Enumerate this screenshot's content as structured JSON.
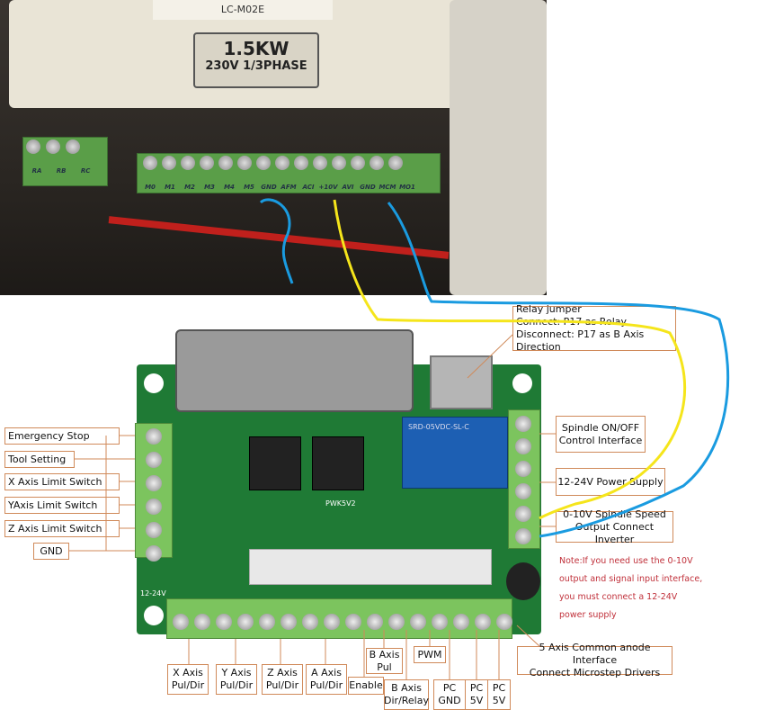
{
  "inverter": {
    "model": "LC-M02E",
    "power": "1.5KW",
    "voltage": "230V 1/3PHASE",
    "relay_terminals": [
      "RA",
      "RB",
      "RC"
    ],
    "control_terminals": [
      "M0",
      "M1",
      "M2",
      "M3",
      "M4",
      "M5",
      "GND",
      "AFM",
      "ACI",
      "+10V",
      "AVI",
      "GND",
      "MCM",
      "MO1"
    ]
  },
  "left_labels": [
    "Emergency Stop",
    "Tool Setting",
    "X Axis Limit Switch",
    "YAxis Limit Switch",
    "Z Axis Limit Switch",
    "GND"
  ],
  "right_labels": {
    "relay_jumper": [
      "Relay jumper",
      "Connect: P17 as Relay",
      "Disconnect: P17 as B Axis Direction"
    ],
    "spindle_onoff": [
      "Spindle ON/OFF",
      "Control Interface"
    ],
    "power_supply": "12-24V Power Supply",
    "spindle_speed": [
      "0-10V Spindle Speed",
      "Output Connect Inverter"
    ],
    "note": "Note:If you need use the 0-10V output and signal input interface, you must connect a 12-24V power supply"
  },
  "bottom_labels": {
    "x_axis": [
      "X Axis",
      "Pul/Dir"
    ],
    "y_axis": [
      "Y Axis",
      "Pul/Dir"
    ],
    "z_axis": [
      "Z Axis",
      "Pul/Dir"
    ],
    "a_axis": [
      "A Axis",
      "Pul/Dir"
    ],
    "enable": "Enable",
    "b_axis_pul": [
      "B Axis",
      "Pul"
    ],
    "b_axis_dir": [
      "B Axis",
      "Dir/Relay"
    ],
    "pwm": "PWM",
    "pc_gnd": [
      "PC",
      "GND"
    ],
    "pc_5v_1": [
      "PC",
      "5V"
    ],
    "pc_5v_2": [
      "PC",
      "5V"
    ],
    "common_anode": [
      "5 Axis Common anode Interface",
      "Connect Microstep Drivers"
    ]
  },
  "board": {
    "silk": "PWK5V2",
    "relay_text": "SRD-05VDC-SL-C",
    "voltage_label": "12-24V"
  },
  "wires": {
    "yellow": "#f5e51b",
    "blue": "#1a9be0"
  }
}
